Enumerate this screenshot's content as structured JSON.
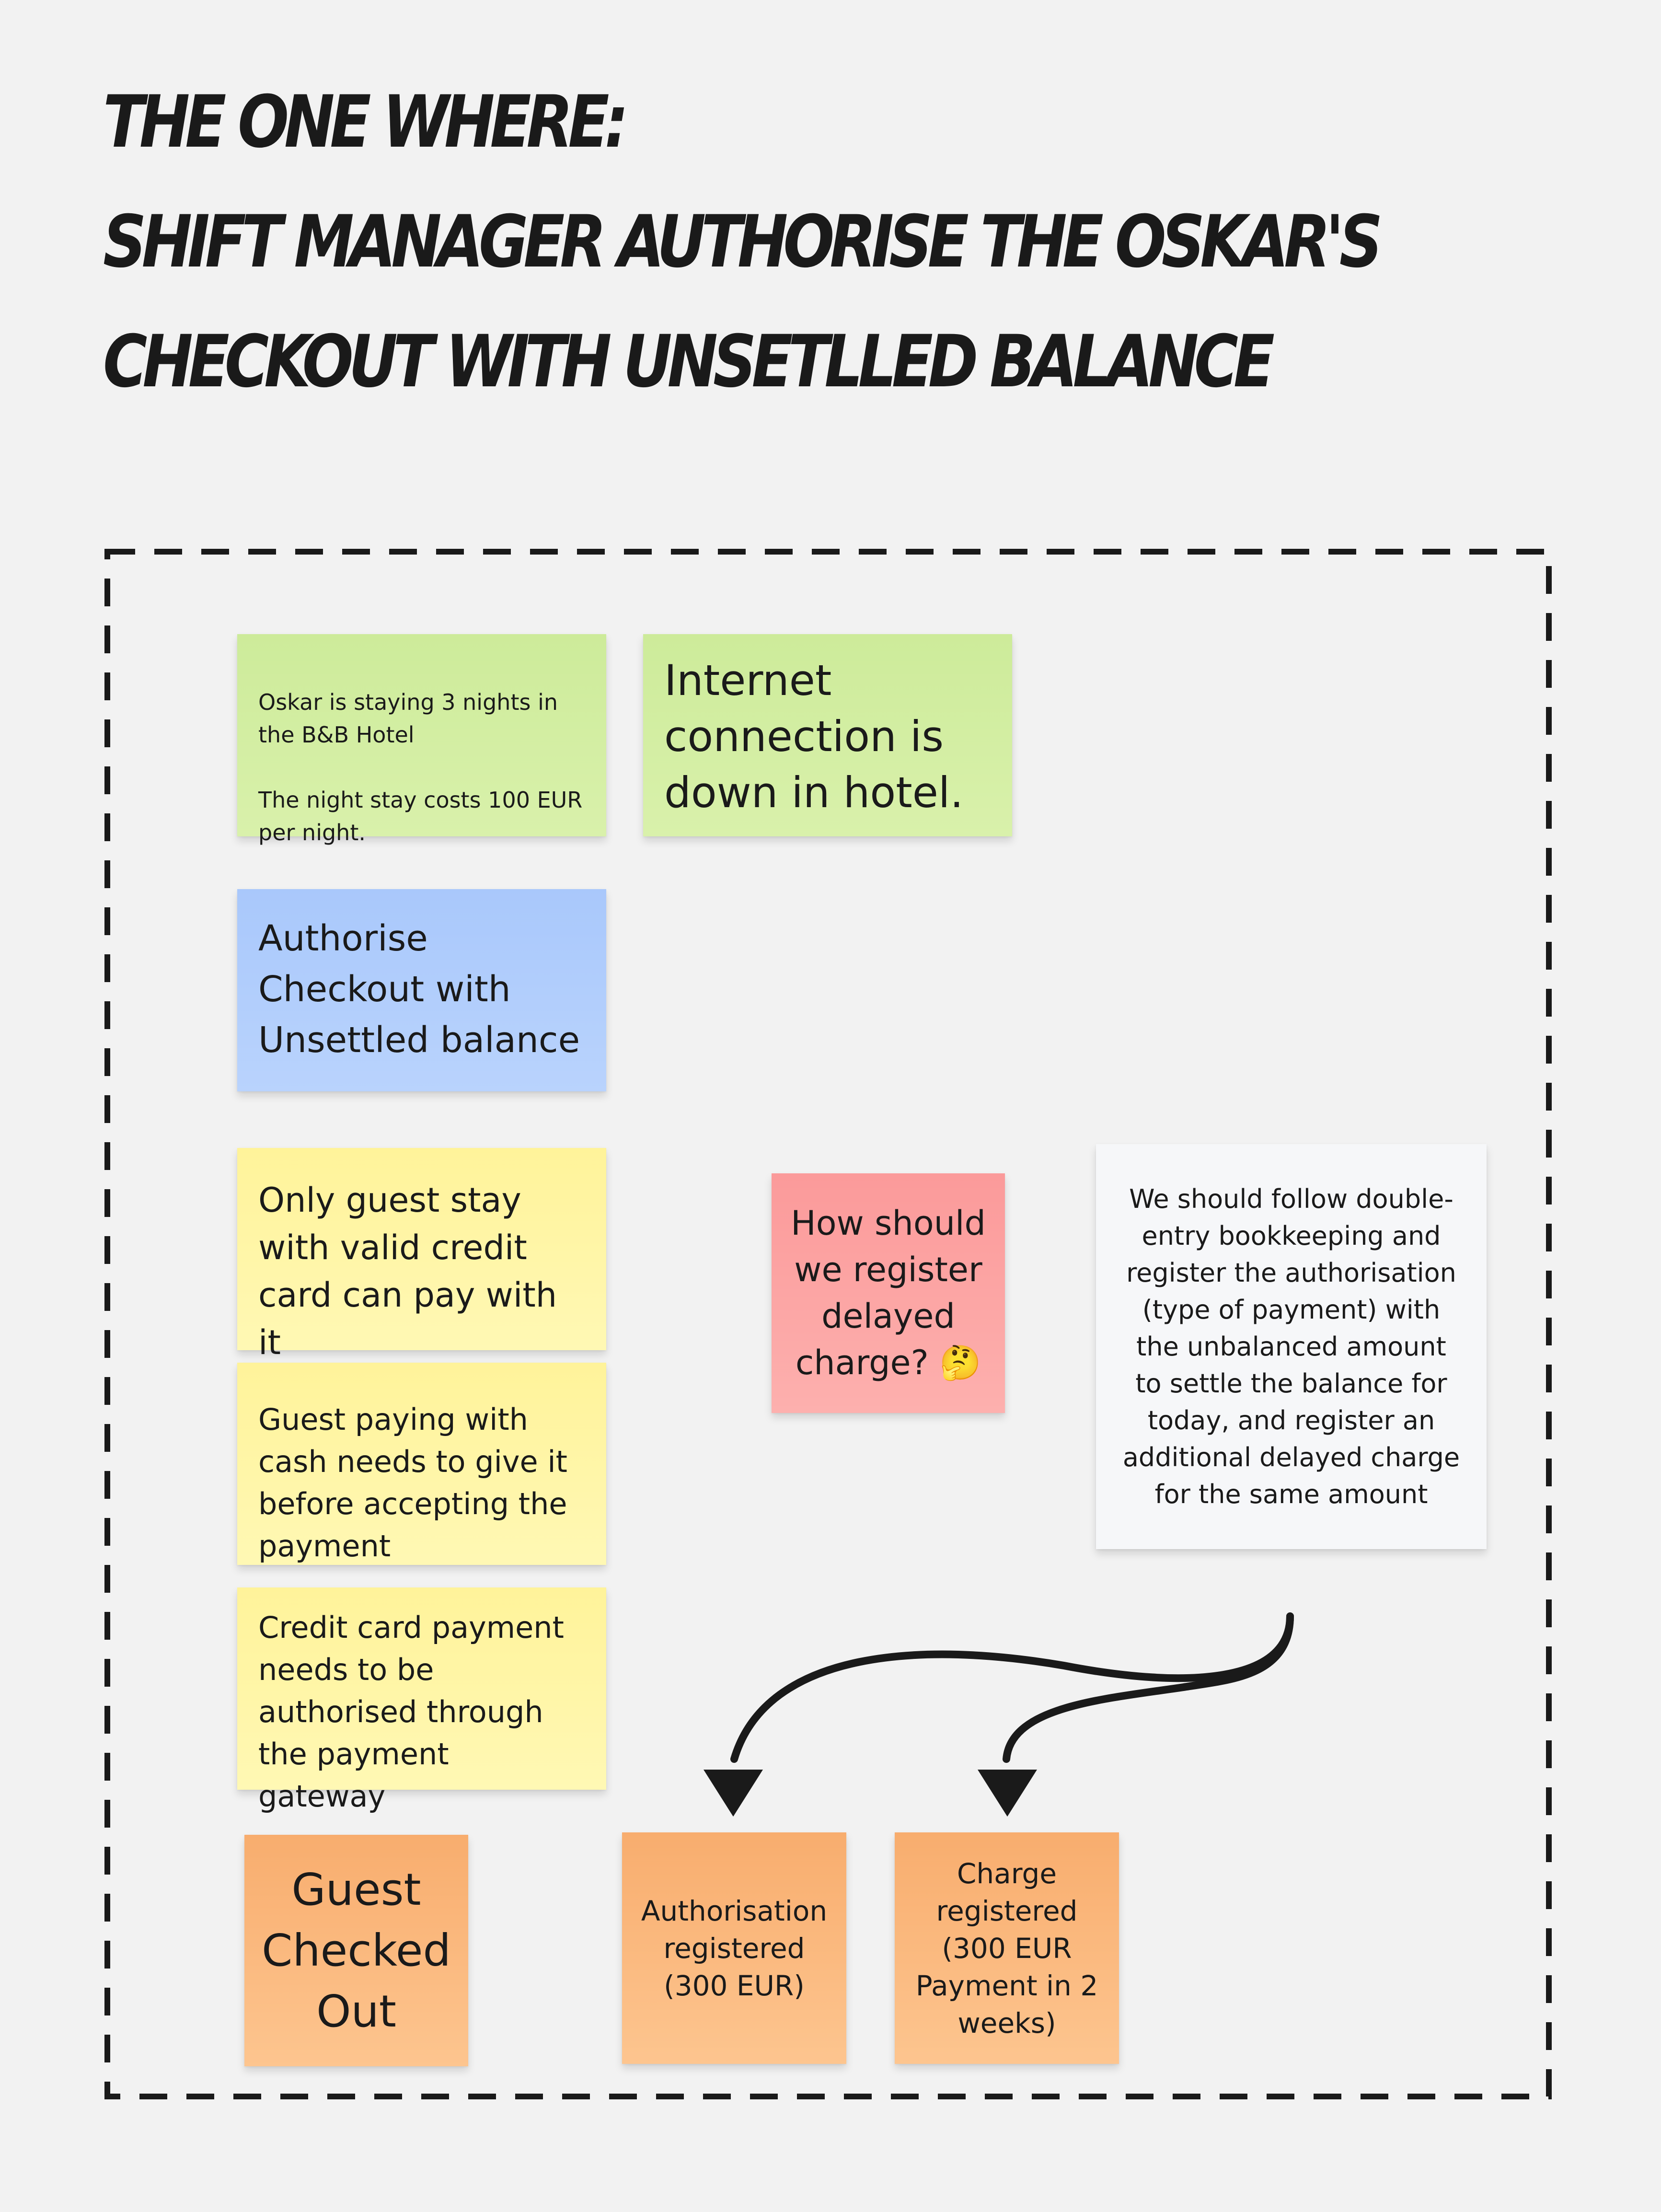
{
  "title": {
    "line1": "The one where:",
    "line2": "Shift Manager authorise the Oskar's",
    "line3": "Checkout with unsetlled balance"
  },
  "stickies": {
    "context": {
      "text": "Oskar is staying 3 nights in the B&B Hotel\n\nThe night stay costs 100 EUR per night.",
      "color": "#d5ef9f"
    },
    "internet": {
      "text": "Internet connection is down in hotel.",
      "color": "#d5ef9f"
    },
    "command": {
      "text": "Authorise Checkout with Unsettled balance",
      "color": "#b3cefc"
    },
    "rule_credit_card": {
      "text": "Only guest stay with valid credit card can pay with it",
      "color": "#fff5a6"
    },
    "rule_cash": {
      "text": "Guest paying with cash needs to give it before accepting the payment",
      "color": "#fff5a6"
    },
    "rule_gateway": {
      "text": "Credit card payment needs to be authorised through the payment gateway",
      "color": "#fff5a6"
    },
    "question": {
      "text": "How should we register delayed charge? 🤔",
      "color": "#fca6a4"
    },
    "answer": {
      "text": "We should follow double-entry bookkeeping and register the authorisation (type of payment) with the unbalanced amount to settle the balance for today, and register an additional delayed charge for the same amount",
      "color": "#f6f7f9"
    },
    "event_checked_out": {
      "text": "Guest Checked Out",
      "color": "#fbba80"
    },
    "event_authorisation": {
      "text": "Authorisation registered (300 EUR)",
      "color": "#fbba80"
    },
    "event_charge": {
      "text": "Charge registered (300 EUR Payment in 2 weeks)",
      "color": "#fbba80"
    }
  }
}
